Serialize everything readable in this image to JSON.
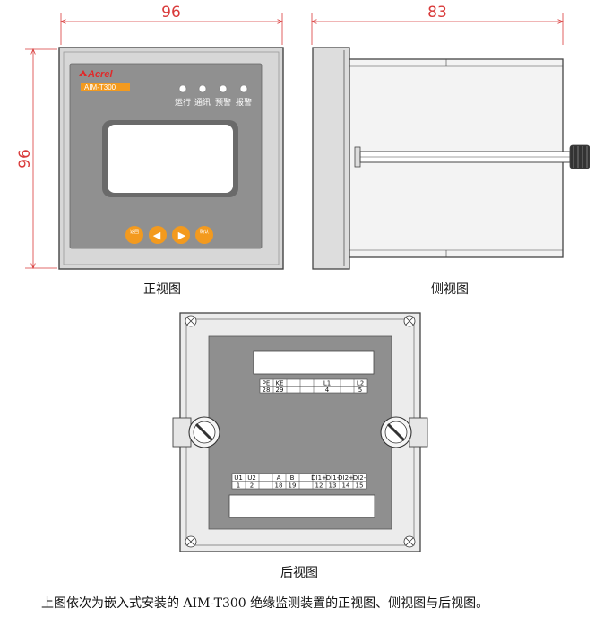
{
  "dimensions": {
    "width": "96",
    "height": "96",
    "depth": "83"
  },
  "front": {
    "brand": "Acrel",
    "model": "AIM-T300",
    "leds": [
      "运行",
      "通讯",
      "预警",
      "报警"
    ],
    "buttons": [
      {
        "name": "left-fn-button",
        "label": "返回"
      },
      {
        "name": "left-arrow-button",
        "label": "◀"
      },
      {
        "name": "right-arrow-button",
        "label": "▶"
      },
      {
        "name": "right-fn-button",
        "label": "确认"
      }
    ]
  },
  "captions": {
    "front": "正视图",
    "side": "侧视图",
    "rear": "后视图"
  },
  "rear": {
    "top_terminals": {
      "labels": [
        "PE",
        "KE",
        "",
        "",
        "L1",
        "",
        "L2"
      ],
      "numbers": [
        "28",
        "29",
        "",
        "",
        "4",
        "",
        "5"
      ]
    },
    "bottom_terminals": {
      "labels": [
        "U1",
        "U2",
        "",
        "A",
        "B",
        "",
        "DI1+",
        "DI1-",
        "DI2+",
        "DI2-"
      ],
      "numbers": [
        "1",
        "2",
        "",
        "18",
        "19",
        "",
        "12",
        "13",
        "14",
        "15"
      ]
    }
  },
  "description": "上图依次为嵌入式安装的 AIM-T300 绝缘监测装置的正视图、侧视图与后视图。",
  "colors": {
    "accent": "#f39a1e",
    "dimension": "#d93a3a",
    "panel": "#8f8f8f"
  }
}
